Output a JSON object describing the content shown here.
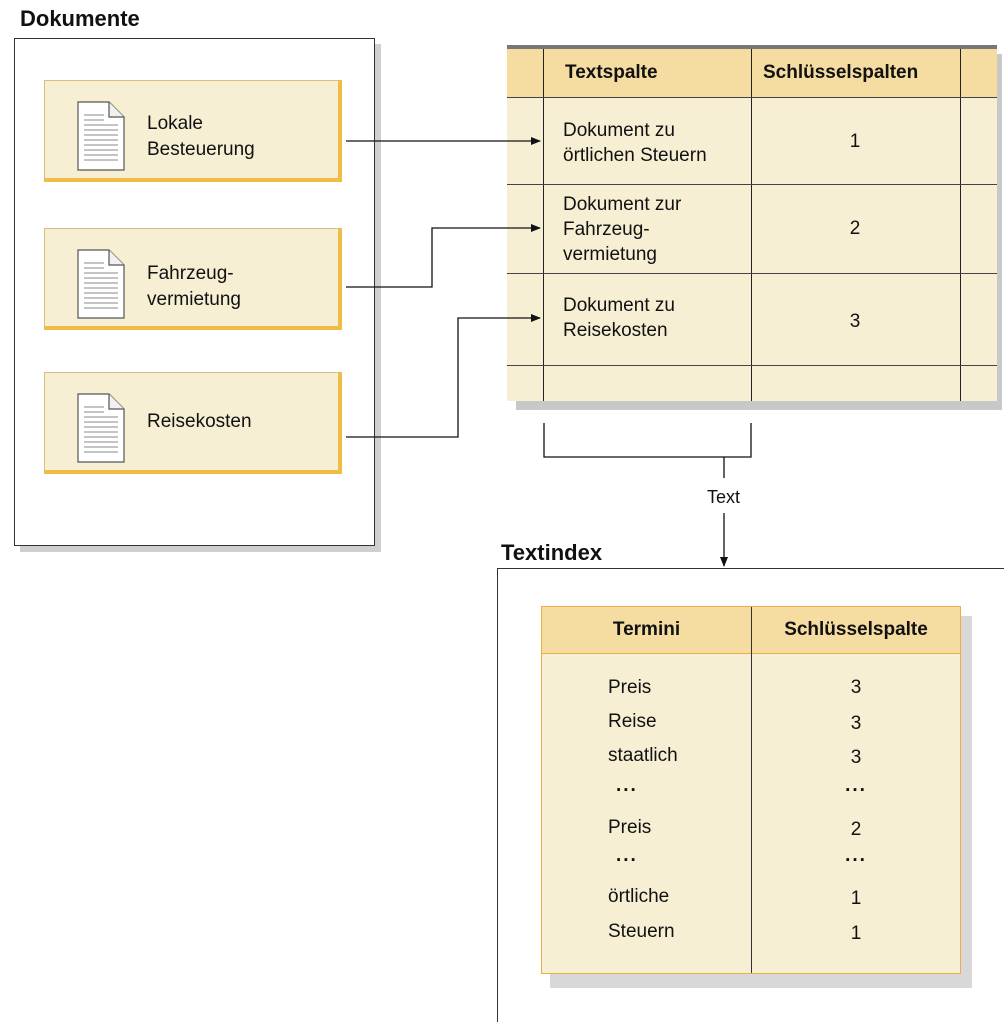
{
  "documents_title": "Dokumente",
  "documents": [
    {
      "label": "Lokale\nBesteuerung"
    },
    {
      "label": "Fahrzeug-\nvermietung"
    },
    {
      "label": "Reisekosten"
    }
  ],
  "table": {
    "headers": [
      "Textspalte",
      "Schlüsselspalten"
    ],
    "rows": [
      {
        "text": "Dokument zu\nörtlichen Steuern",
        "key": "1"
      },
      {
        "text": "Dokument zur\nFahrzeug-\nvermietung",
        "key": "2"
      },
      {
        "text": "Dokument zu\nReisekosten",
        "key": "3"
      }
    ]
  },
  "connector_label": "Text",
  "index_title": "Textindex",
  "index": {
    "headers": [
      "Termini",
      "Schlüsselspalte"
    ],
    "rows": [
      {
        "term": "Preis",
        "key": "3"
      },
      {
        "term": "Reise",
        "key": "3"
      },
      {
        "term": "staatlich",
        "key": "3"
      },
      {
        "term": "...",
        "key": "..."
      },
      {
        "term": "Preis",
        "key": "2"
      },
      {
        "term": "...",
        "key": "..."
      },
      {
        "term": "örtliche",
        "key": "1"
      },
      {
        "term": "Steuern",
        "key": "1"
      }
    ]
  }
}
